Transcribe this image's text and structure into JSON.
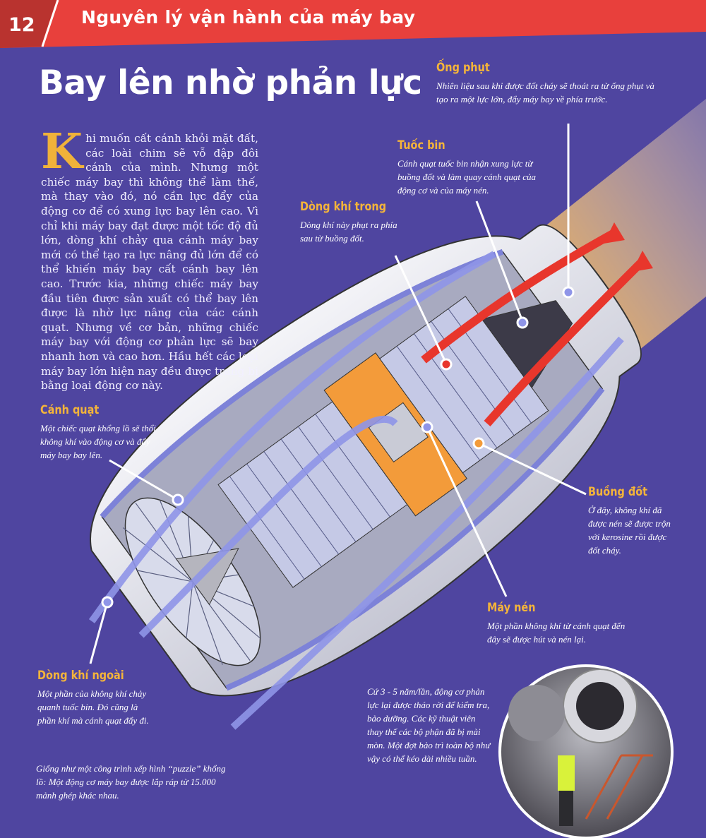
{
  "header": {
    "page_number": "12",
    "section_title": "Nguyên lý vận hành của máy bay",
    "band_color": "#e8403c"
  },
  "page_title": "Bay lên nhờ phản lực",
  "intro": {
    "drop_cap": "K",
    "text": "hi muốn cất cánh khỏi mặt đất, các loài chim sẽ vỗ đập đôi cánh của mình. Nhưng một chiếc máy bay thì không thể làm thế, mà thay vào đó, nó cần lực đẩy của động cơ để có xung lực bay lên cao. Vì chỉ khi máy bay đạt được một tốc độ đủ lớn, dòng khí chảy qua cánh máy bay mới có thể tạo ra lực nâng đủ lớn để có thể khiến máy bay cất cánh bay lên cao. Trước kia, những chiếc máy bay đầu tiên được sản xuất có thể bay lên được là nhờ lực nâng của các cánh quạt. Nhưng về cơ bản, những chiếc máy bay với động cơ phản lực sẽ bay nhanh hơn và cao hơn. Hầu hết các loại máy bay lớn hiện nay đều được trang bị bằng loại động cơ này."
  },
  "labels": {
    "ong_phut": {
      "title": "Ống phụt",
      "text": "Nhiên liệu sau khi được đốt cháy sẽ thoát ra từ ống phụt và tạo ra một lực lớn, đẩy máy bay về phía trước."
    },
    "tuoc_bin": {
      "title": "Tuốc bin",
      "text": "Cánh quạt tuốc bin nhận xung lực từ buồng đốt và làm quay cánh quạt của động cơ và của máy nén."
    },
    "dong_khi_trong": {
      "title": "Dòng khí trong",
      "text": "Dòng khí này phụt ra phía sau từ buồng đốt."
    },
    "canh_quat": {
      "title": "Cánh quạt",
      "text": "Một chiếc quạt khổng lồ sẽ thổi không khí vào động cơ và đẩy máy bay bay lên."
    },
    "buong_dot": {
      "title": "Buồng đốt",
      "text": "Ở đây, không khí đã được nén sẽ được trộn với kerosine rồi được đốt cháy."
    },
    "may_nen": {
      "title": "Máy nén",
      "text": "Một phần không khí từ cánh quạt đến đây sẽ được hút và nén lại."
    },
    "dong_khi_ngoai": {
      "title": "Dòng khí ngoài",
      "text": "Một phần của không khí chảy quanh tuốc bin. Đó cũng là phần khí mà cánh quạt đẩy đi."
    }
  },
  "notes": {
    "puzzle": "Giống như một công trình xếp hình “puzzle” khổng lồ: Một động cơ máy bay được lắp ráp từ 15.000 mảnh ghép khác nhau.",
    "maintenance": "Cứ 3 - 5 năm/lần, động cơ phản lực lại được tháo rời để kiểm tra, bảo dưỡng. Các kỹ thuật viên thay thế các bộ phận đã bị mài mòn. Một đợt bảo trì toàn bộ như vậy có thể kéo dài nhiều tuần."
  },
  "colors": {
    "background": "#4f45a0",
    "heading": "#f4b43a",
    "hot_arrow": "#e8362c",
    "cold_arrow": "#8f95e8"
  }
}
